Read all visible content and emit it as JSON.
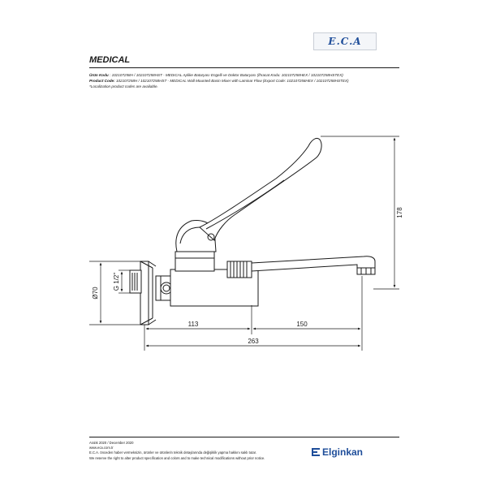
{
  "brand": {
    "logo_text": "E.C.A",
    "footer_brand": "Elginkan",
    "accent": "#1f4e9a"
  },
  "header": {
    "title": "MEDICAL"
  },
  "codes": {
    "tr_label": "Ürün Kodu",
    "tr_text": ": 102107258H / 102107258HST - MEDICAL Aplike Bataryası Engelli ve Doktor Bataryası (İhracat Kodu: 102107258HEX / 102107258HSTEX)",
    "en_label": "Product Code:",
    "en_text": "102107258H / 102107258HST - MEDICAL Wall Mounted Basin Mixer with Laminar Flow (Export Code: 102107258HEX / 102107258HSTEX)",
    "note": "*Localization product codes are available."
  },
  "dimensions": {
    "height": "178",
    "diameter": "Ø70",
    "thread": "G 1/2\"",
    "left_span": "113",
    "spout_span": "150",
    "total_span": "263"
  },
  "footer": {
    "date": "Aralık 2020 / December 2020",
    "website": "www.eca.com.tr",
    "tr_notice": "E.C.A. önceden haber vermeksizin, ürünler ve ürünlerin teknik detaylarında değişiklik yapma hakkını saklı tutar.",
    "en_notice": "We reserve the right to alter product specification and colors and to make technical modifications without prior notice."
  }
}
